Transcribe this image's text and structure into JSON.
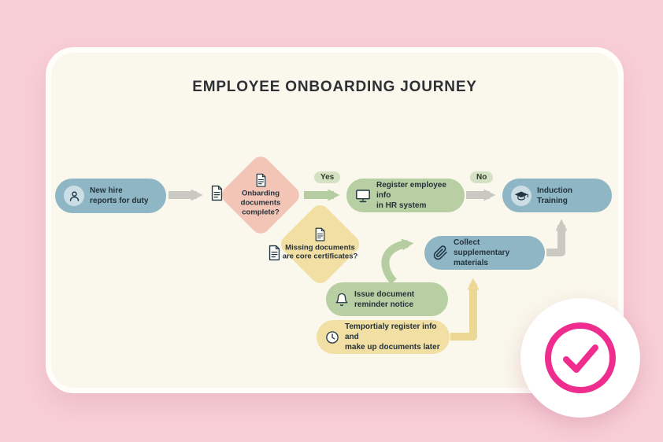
{
  "title": "EMPLOYEE ONBOARDING JOURNEY",
  "edge_labels": {
    "yes": "Yes",
    "no": "No"
  },
  "nodes": {
    "new_hire": {
      "label": "New hire\nreports for duty",
      "icon": "user-icon"
    },
    "documents_complete": {
      "label": "Onbarding\ndocuments\ncomplete?",
      "icon": "document-icon"
    },
    "register_info": {
      "label": "Register employee info\nin HR system",
      "icon": "monitor-icon"
    },
    "induction": {
      "label": "Induction Training",
      "icon": "graduation-cap-icon"
    },
    "missing_documents": {
      "label": "Missing documents\nare core certificates?",
      "icon": "document-icon"
    },
    "collect_materials": {
      "label": "Collect\nsupplementary materials",
      "icon": "paperclip-icon"
    },
    "issue_reminder": {
      "label": "Issue document\nreminder notice",
      "icon": "bell-icon"
    },
    "temporary_register": {
      "label": "Temportialy register info and\nmake up documents later",
      "icon": "clock-icon"
    }
  },
  "colors": {
    "background_pink": "#f8ced7",
    "card_cream": "#faf7ec",
    "node_blue": "#8fb6c5",
    "node_green": "#b7cfa2",
    "node_salmon": "#f3c5b6",
    "node_yellow": "#f2dfa3",
    "edge_label_green": "#d5e1c3",
    "arrow_gray": "#c9c9c1",
    "arrow_green": "#b6cda1",
    "arrow_yellow": "#edd795",
    "accent_magenta": "#ee2d8e",
    "text_dark": "#24323b"
  },
  "badge": {
    "name": "checkmark-badge",
    "icon": "check-icon"
  }
}
